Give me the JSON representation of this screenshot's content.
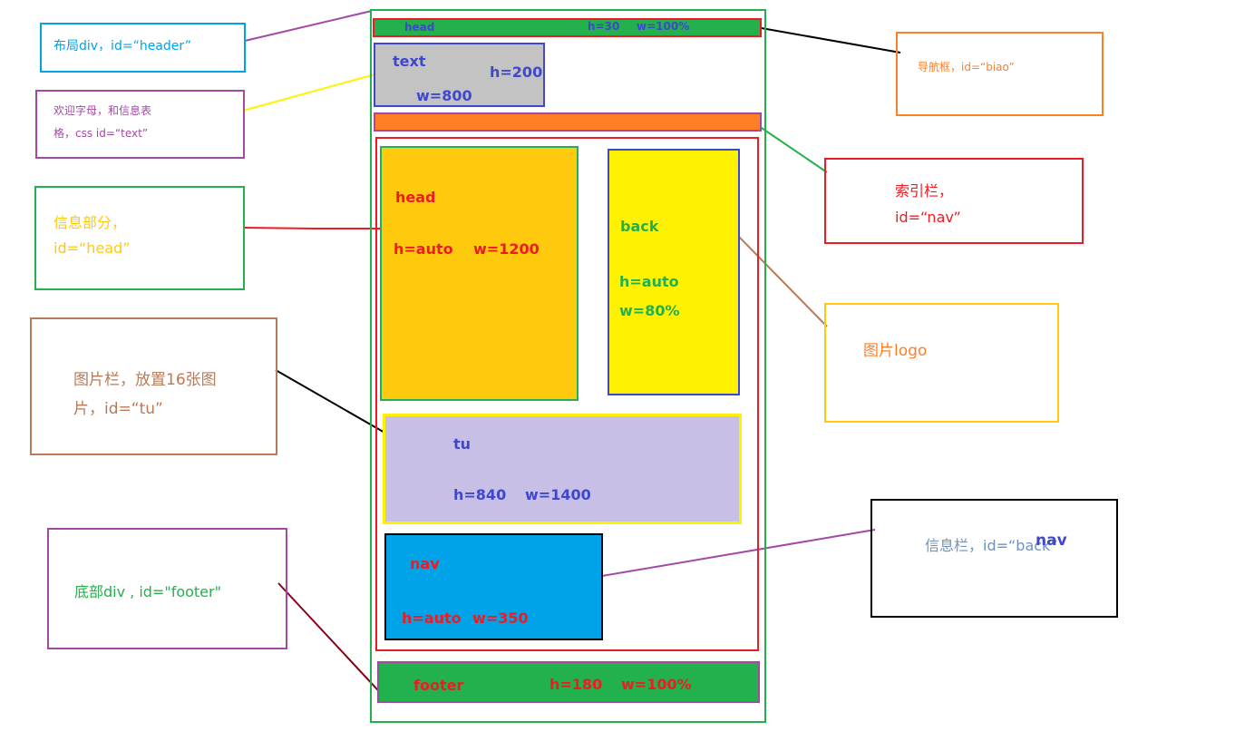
{
  "layout_blocks": {
    "header_bar": {
      "name": "head",
      "h": "h=30",
      "w": "w=100%"
    },
    "text_block": {
      "name": "text",
      "h": "h=200",
      "w": "w=800"
    },
    "head_block": {
      "name": "head",
      "h": "h=auto",
      "w": "w=1200"
    },
    "back_block": {
      "name": "back",
      "h": "h=auto",
      "w": "w=80%"
    },
    "tu_block": {
      "name": "tu",
      "h": "h=840",
      "w": "w=1400"
    },
    "nav_block": {
      "name": "nav",
      "h": "h=auto",
      "w": "w=350"
    },
    "footer_block": {
      "name": "footer",
      "h": "h=180",
      "w": "w=100%"
    }
  },
  "annotations": {
    "header": "布局div，id=“header”",
    "text_line1": "欢迎字母，和信息表",
    "text_line2": "格，css id=“text”",
    "head_line1": "信息部分，",
    "head_line2": "id=“head”",
    "tu_line1": "图片栏，放置16张图",
    "tu_line2": "片，id=“tu”",
    "footer": "底部div , id=\"footer\"",
    "biao": "导航框，id=“biao”",
    "nav_line1": "索引栏，",
    "nav_line2": "id=“nav”",
    "logo": "图片logo",
    "back_label": "信息栏，id=“back”",
    "back_overlay": "nav"
  },
  "colors": {
    "green": "#22b14c",
    "red": "#ed1c24",
    "orange": "#ff7f27",
    "amber": "#ffc90e",
    "yellow": "#fff200",
    "lavender": "#c8bfe7",
    "blue": "#00a2e8",
    "gray": "#c3c3c3",
    "indigo": "#3f48cc",
    "purple": "#a349a4",
    "brown": "#b97a57",
    "cyan": "#00a2e8"
  }
}
